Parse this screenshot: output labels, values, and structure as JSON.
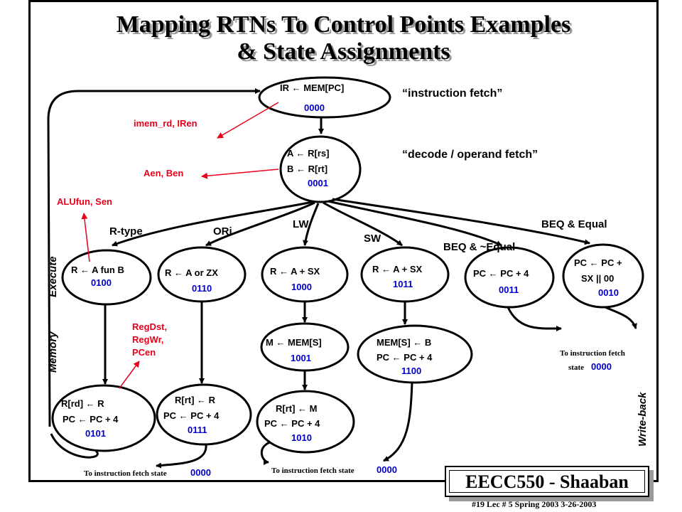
{
  "title_line1": "Mapping RTNs To Control Points Examples",
  "title_line2": "& State Assignments",
  "states": {
    "s0000": {
      "l1": "IR ← MEM[PC]",
      "code": "0000"
    },
    "s0001": {
      "l1": "A ← R[rs]",
      "l2": "B ← R[rt]",
      "code": "0001"
    },
    "s0100": {
      "l1": "R ← A fun B",
      "code": "0100"
    },
    "s0110": {
      "l1": "R ← A or ZX",
      "code": "0110"
    },
    "s1000": {
      "l1": "R ← A + SX",
      "code": "1000"
    },
    "s1011": {
      "l1": "R ← A + SX",
      "code": "1011"
    },
    "s0011": {
      "l1": "PC ← PC + 4",
      "code": "0011"
    },
    "s0010": {
      "l1": "PC ← PC +",
      "l2": "SX || 00",
      "code": "0010"
    },
    "s1001": {
      "l1": "M ← MEM[S]",
      "code": "1001"
    },
    "s1100": {
      "l1": "MEM[S] ← B",
      "l2": "PC ← PC + 4",
      "code": "1100"
    },
    "s0101": {
      "l1": "R[rd] ← R",
      "l2": "PC ← PC + 4",
      "code": "0101"
    },
    "s0111": {
      "l1": "R[rt] ← R",
      "l2": "PC ← PC + 4",
      "code": "0111"
    },
    "s1010": {
      "l1": "R[rt] ← M",
      "l2": "PC ← PC + 4",
      "code": "1010"
    }
  },
  "phase_labels": {
    "fetch": "“instruction fetch”",
    "decode": "“decode / operand fetch”"
  },
  "control_labels": {
    "imem": "imem_rd, IRen",
    "aen": "Aen, Ben",
    "alufun": "ALUfun, Sen",
    "regdst1": "RegDst,",
    "regdst2": "RegWr,",
    "regdst3": "PCen"
  },
  "branch_labels": {
    "rtype": "R-type",
    "ori": "ORi",
    "lw": "LW",
    "sw": "SW",
    "beq_ne": "BEQ & ~Equal",
    "beq_eq": "BEQ & Equal"
  },
  "side_labels": {
    "execute": "Execute",
    "memory": "Memory",
    "writeback": "Write-back"
  },
  "notes": {
    "to_fetch": "To instruction fetch state",
    "to_fetch_a": "To instruction fetch",
    "to_fetch_b": "state",
    "state_code": "0000"
  },
  "badge": "EECC550 - Shaaban",
  "footer": "#19   Lec # 5  Spring 2003  3-26-2003",
  "colors": {
    "code": "#0000cc",
    "control": "#e8001c",
    "text": "#000000",
    "shadow": "#9a9a9a"
  }
}
